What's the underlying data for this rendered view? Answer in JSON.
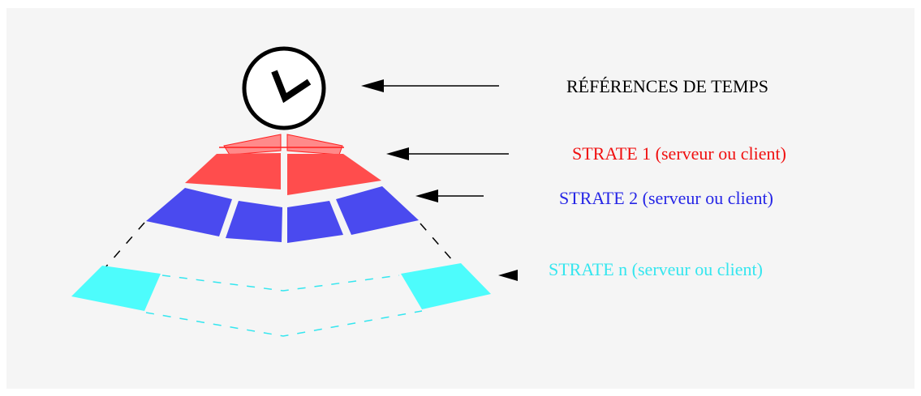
{
  "labels": {
    "reference": "RÉFÉRENCES DE TEMPS",
    "stratum1": "STRATE 1 (serveur ou client)",
    "stratum2": "STRATE 2 (serveur ou client)",
    "stratumN": "STRATE n (serveur ou client)"
  },
  "colors": {
    "background": "#f5f5f5",
    "stratum1": "#ff4d4d",
    "stratum1_light": "#ff8a8a",
    "stratum2": "#4a4aef",
    "stratumN": "#4dfcfc",
    "reference_text": "#000000",
    "stratum1_text": "#f01010",
    "stratum2_text": "#2626e6",
    "stratumN_text": "#34e6ef",
    "arrow": "#000000"
  },
  "icons": {
    "reference": "clock-icon"
  }
}
